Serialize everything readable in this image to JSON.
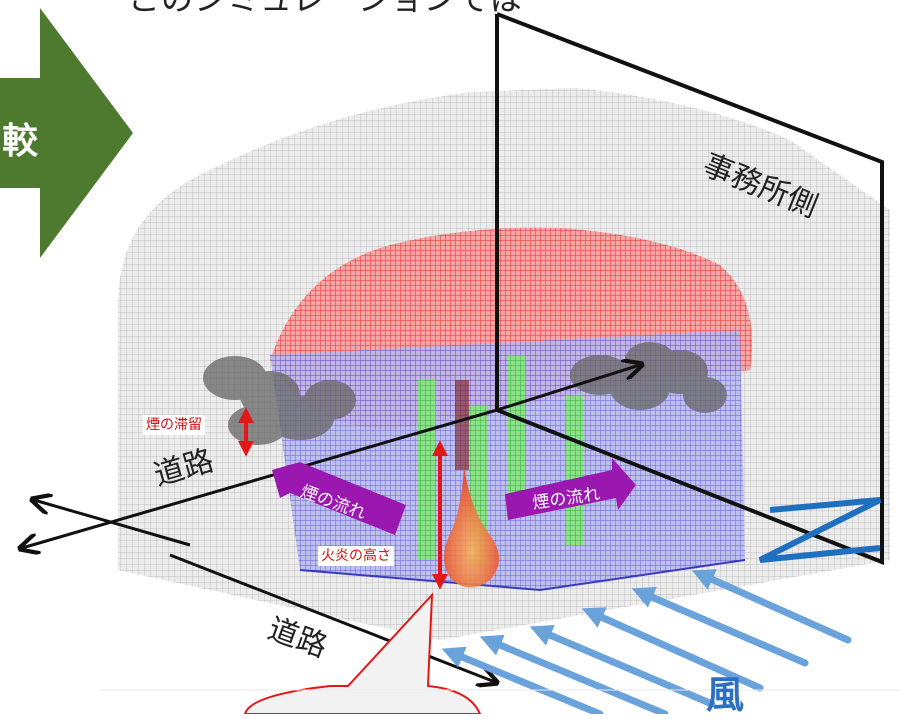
{
  "top_caption_fragment": "このシミュレーションでは",
  "compare_arrow": {
    "label": "較",
    "color": "#4e7a2f"
  },
  "wall_label": "事務所側",
  "road_labels": {
    "left": "道路",
    "bottom": "道路"
  },
  "smoke_stay_label": "煙の滞留",
  "smoke_flow_labels": {
    "left": "煙の流れ",
    "right": "煙の流れ"
  },
  "flame_height_label": "火炎の高さ",
  "wind_label": "風",
  "colors": {
    "mesh_gray": "#9a9a9a",
    "mesh_red": "#e82020",
    "mesh_blue": "#4a4ad8",
    "column_green": "#2fae3a",
    "flow_arrow_purple": "#9a18b0",
    "wind_arrow_blue": "#6aa2dc",
    "accent_red": "#e01818",
    "flame_orange": "#f06a30"
  },
  "icons": [
    "right-arrow-icon",
    "smoke-cloud-icon",
    "flame-icon",
    "wind-arrow-icon",
    "double-arrow-icon",
    "speech-bubble-icon"
  ]
}
